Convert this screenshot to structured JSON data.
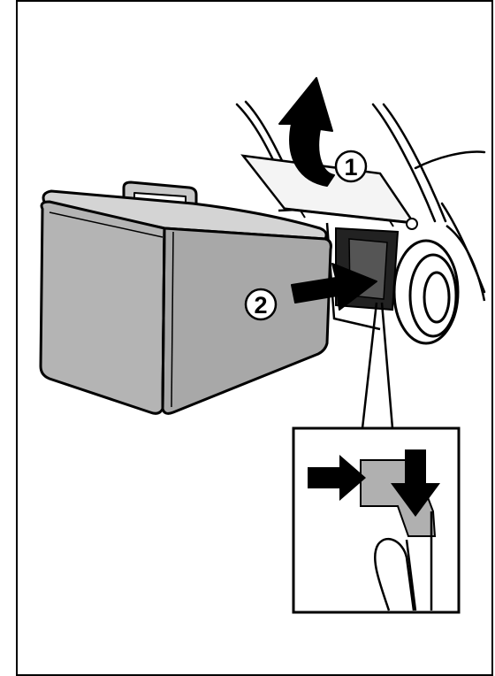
{
  "figure": {
    "step_markers": [
      {
        "label": "1",
        "meaning": "lift-flap"
      },
      {
        "label": "2",
        "meaning": "insert-catcher"
      }
    ],
    "colors": {
      "line": "#000000",
      "box_fill": "#b4b4b4",
      "box_light": "#d4d4d4",
      "box_dark": "#a8a8a8",
      "arrow": "#000000",
      "background": "#ffffff"
    },
    "icons": [
      "curved-up-arrow-icon",
      "push-arrow-icon",
      "hook-down-arrow-icon"
    ]
  }
}
